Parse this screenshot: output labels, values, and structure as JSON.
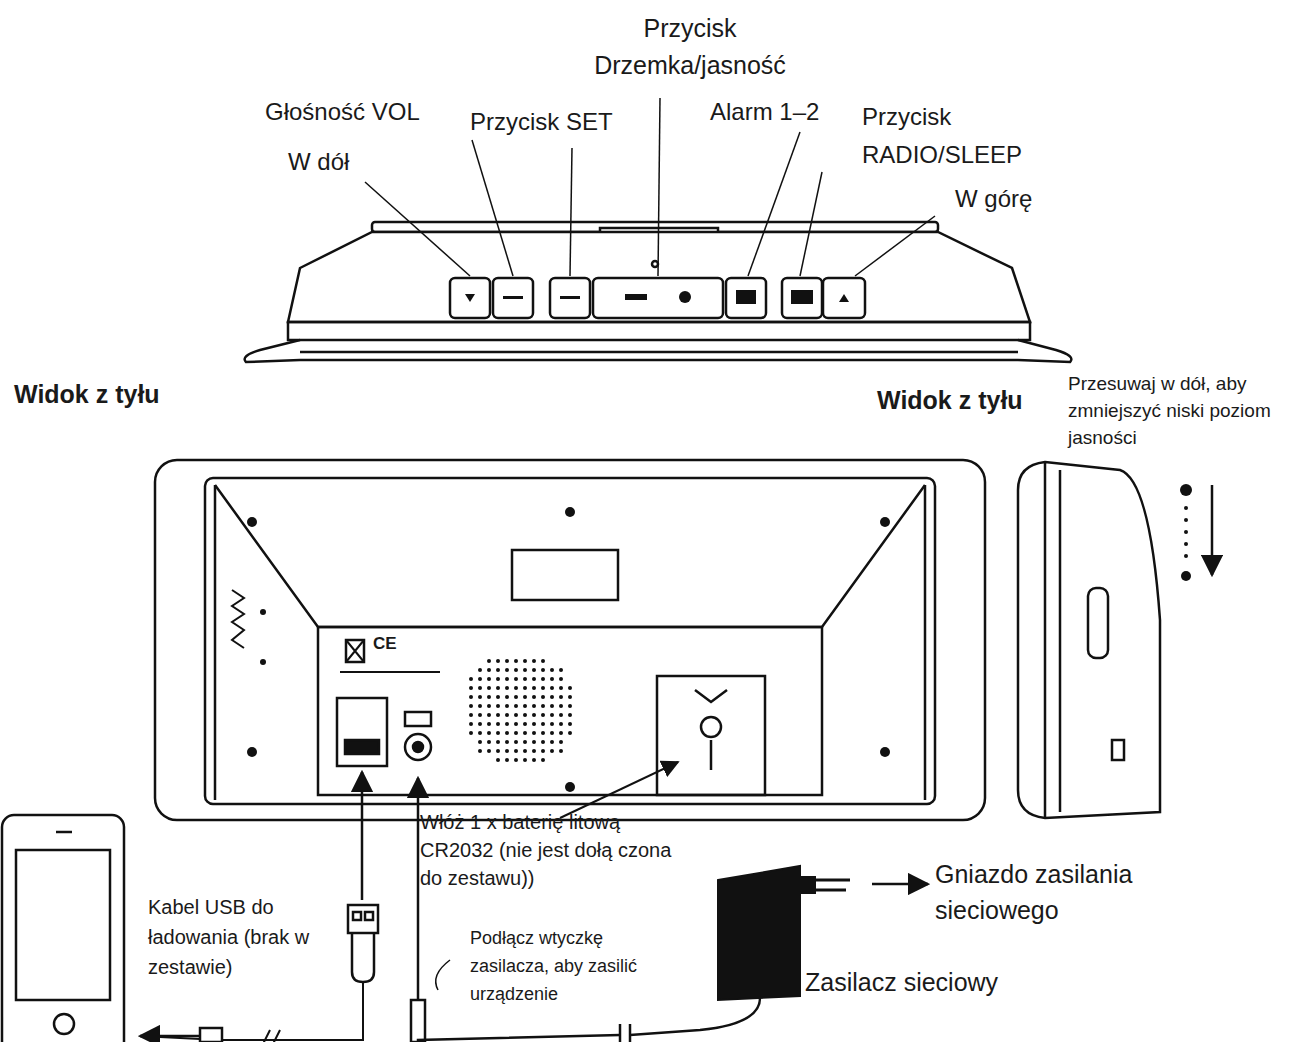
{
  "diagram": {
    "labels": [
      "Przycisk Drzemka/jasność",
      "Głośność VOL",
      "W dół",
      "Przycisk SET",
      "Alarm 1–2",
      "Przycisk RADIO/SLEEP",
      "W górę",
      "Widok z tyłu",
      "Widok z tyłu",
      "Przesuwaj w dół, aby zmniejszyć niski poziom jasności",
      "Włóż 1 x baterię litową CR2032 (nie jest dołą czona do zestawu))",
      "Kabel USB do ładowania (brak w zestawie)",
      "Podłącz wtyczkę zasilacza, aby zasilić urządzenie",
      "Gniazdo zasilania sieciowego",
      "Zasilacz sieciowy",
      "CE"
    ]
  }
}
